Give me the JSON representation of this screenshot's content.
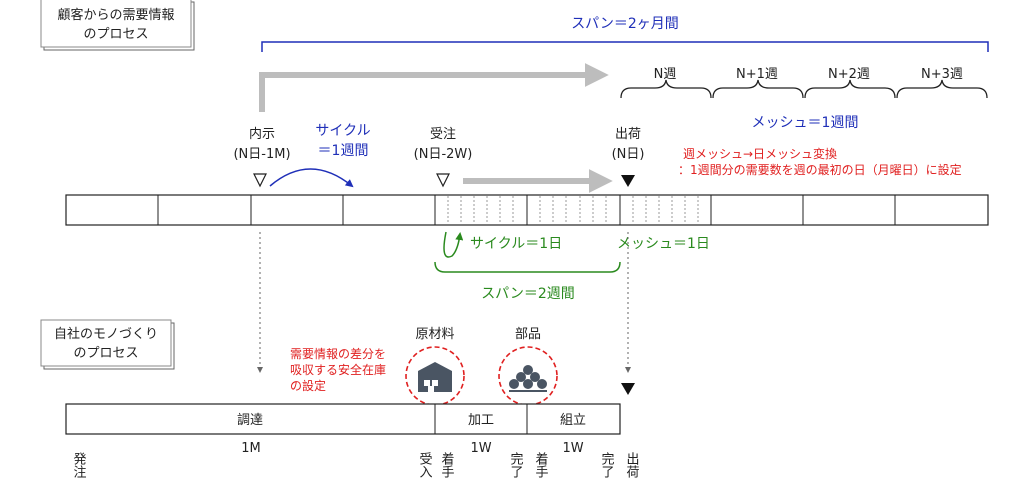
{
  "customer_box": {
    "line1": "顧客からの需要情報",
    "line2": "のプロセス"
  },
  "own_box": {
    "line1": "自社のモノづくり",
    "line2": "のプロセス"
  },
  "span_2months": "スパン＝2ヶ月間",
  "weeks": [
    "N週",
    "N+1週",
    "N+2週",
    "N+3週"
  ],
  "mesh_week": "メッシュ＝1週間",
  "naiji": {
    "name": "内示",
    "when": "(N日-1M)"
  },
  "cycle_month": {
    "line1": "サイクル",
    "line2": "＝1週間"
  },
  "juchu": {
    "name": "受注",
    "when": "(N日-2W)"
  },
  "shukka": {
    "name": "出荷",
    "when": "(N日)"
  },
  "conversion_note": {
    "line1": "週メッシュ→日メッシュ変換",
    "line2": "：1週間分の需要数を週の最初の日（月曜日）に設定"
  },
  "cycle_day": "サイクル＝1日",
  "mesh_day": "メッシュ＝1日",
  "span_2weeks": "スパン＝2週間",
  "safety_note": {
    "line1": "需要情報の差分を",
    "line2": "吸収する安全在庫",
    "line3": "の設定"
  },
  "raw_material": "原材料",
  "parts": "部品",
  "process_bar": {
    "chotatsu": "調達",
    "kako": "加工",
    "kumitate": "組立"
  },
  "bottom_labels": {
    "hatchu": "発注",
    "one_month": "1M",
    "ukeire": "受入",
    "chakushu1": "着手",
    "one_week1": "1W",
    "kanryo1": "完了",
    "chakushu2": "着手",
    "one_week2": "1W",
    "kanryo2": "完了",
    "shukka": "出荷"
  },
  "colors": {
    "blue": "#1f2fb8",
    "red": "#e02020",
    "green": "#2a8a1e",
    "gray_arrow": "#bdbdbd"
  }
}
